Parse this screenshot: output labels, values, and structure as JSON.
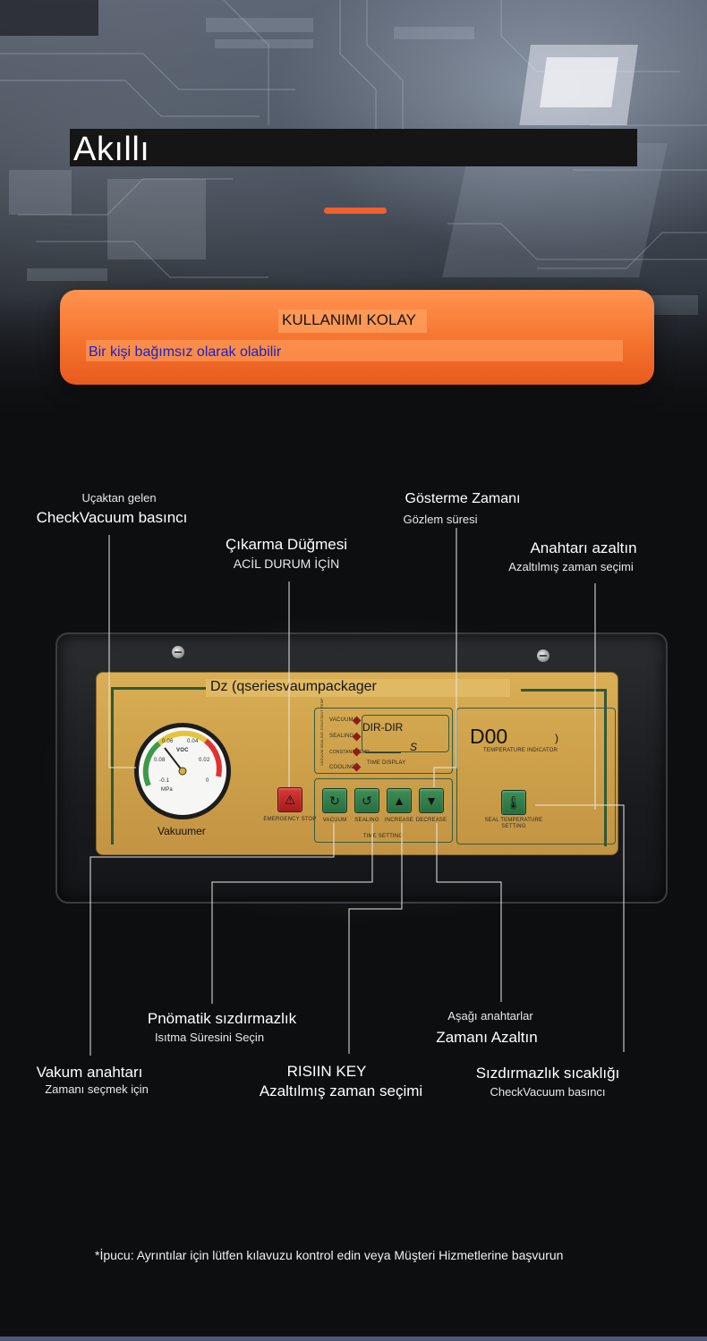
{
  "hero": {
    "title": "Akıllı",
    "card_title": "KULLANIMI KOLAY",
    "card_subtitle": "Bir kişi bağımsız olarak olabilir"
  },
  "callouts": {
    "vacuum_pressure": {
      "line1": "Uçaktan gelen",
      "line2": "CheckVacuum basıncı"
    },
    "display_time": {
      "line1": "Gösterme Zamanı",
      "line2": "Gözlem süresi"
    },
    "emergency": {
      "line1": "Çıkarma Düğmesi",
      "line2": "ACİL DURUM İÇİN"
    },
    "decrease_key": {
      "line1": "Anahtarı azaltın",
      "line2": "Azaltılmış zaman seçimi"
    },
    "pneumatic": {
      "line1": "Pnömatik sızdırmazlık",
      "line2": "Isıtma Süresini Seçin"
    },
    "down_keys": {
      "line1": "Aşağı anahtarlar",
      "line2": "Zamanı Azaltın"
    },
    "vacuum_switch": {
      "line1": "Vakum anahtarı",
      "line2": "Zamanı seçmek için"
    },
    "rise_key": {
      "line1": "RISIIN KEY",
      "line2": "Azaltılmış zaman seçimi"
    },
    "seal_temp": {
      "line1": "Sızdırmazlık sıcaklığı",
      "line2": "CheckVacuum basıncı"
    }
  },
  "panel": {
    "brand": "Dz (qseriesvaumpackager",
    "gauge_label": "Vakuumer",
    "gauge_ticks": [
      "0.06",
      "0.04",
      "0.08",
      "0.02",
      "-0.1",
      "0",
      "VOC",
      "MPa"
    ],
    "status_labels": [
      "VACUUM",
      "SEALING",
      "CONSTANT TEMP",
      "COOLING"
    ],
    "status_side": "VACUUM SEALING CONSTANT TEMP",
    "display_value": "DIR-DIR",
    "display_unit": "S",
    "time_display": "TIME DISPLAY",
    "temp_value": "D00",
    "temp_indicator": "TEMPERATURE INDICATOR",
    "emergency_label": "EMERGENCY STOP",
    "buttons": [
      "VACUUM",
      "SEALING",
      "INCREASE",
      "DECREASE"
    ],
    "time_setting": "TIME SETTING",
    "seal_temp_label1": "SEAL TEMPERATURE",
    "seal_temp_label2": "SETTING"
  },
  "footer": {
    "hint": "*İpucu: Ayrıntılar için lütfen kılavuzu kontrol edin veya Müşteri Hizmetlerine başvurun"
  },
  "icons": {
    "emergency": "warning-triangle-icon",
    "vacuum": "cycle-icon",
    "sealing": "cycle-arrow-icon",
    "increase": "triangle-up-icon",
    "decrease": "triangle-down-icon",
    "seal_temp": "thermometer-icon"
  },
  "colors": {
    "accent": "#f0602a",
    "card": "#f4732e",
    "card_subtitle": "#1a22c8",
    "plate": "#cda049",
    "button_green": "#2a6d3f",
    "button_red": "#a61b1b"
  }
}
